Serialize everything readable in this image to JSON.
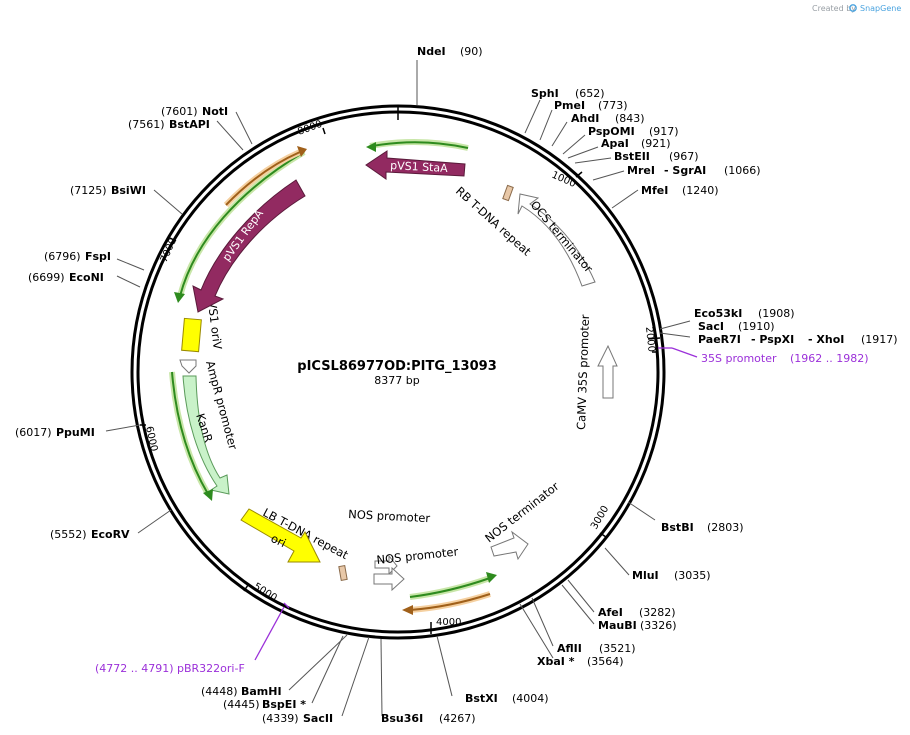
{
  "credit": {
    "prefix": "Created by",
    "brand": "SnapGene"
  },
  "plasmid": {
    "name": "pICSL86977OD:PITG_13093",
    "length_label": "8377 bp"
  },
  "ticks": [
    "1000",
    "2000",
    "3000",
    "4000",
    "5000",
    "6000",
    "7000",
    "8000"
  ],
  "sites": [
    {
      "name": "NdeI",
      "pos": "(90)"
    },
    {
      "name": "SphI",
      "pos": "(652)"
    },
    {
      "name": "PmeI",
      "pos": "(773)"
    },
    {
      "name": "AhdI",
      "pos": "(843)"
    },
    {
      "name": "PspOMI",
      "pos": "(917)"
    },
    {
      "name": "ApaI",
      "pos": "(921)"
    },
    {
      "name": "BstEII",
      "pos": "(967)"
    },
    {
      "name": "MreI",
      "name2": "- SgrAI",
      "pos": "(1066)"
    },
    {
      "name": "MfeI",
      "pos": "(1240)"
    },
    {
      "name": "Eco53kI",
      "pos": "(1908)"
    },
    {
      "name": "SacI",
      "pos": "(1910)"
    },
    {
      "name": "PaeR7I",
      "name2": "- PspXI",
      "name3": "- XhoI",
      "pos": "(1917)"
    },
    {
      "name": "BstBI",
      "pos": "(2803)"
    },
    {
      "name": "MluI",
      "pos": "(3035)"
    },
    {
      "name": "AfeI",
      "pos": "(3282)"
    },
    {
      "name": "MauBI",
      "pos": "(3326)"
    },
    {
      "name": "AflII",
      "pos": "(3521)"
    },
    {
      "name": "XbaI *",
      "pos": "(3564)"
    },
    {
      "name": "BstXI",
      "pos": "(4004)"
    },
    {
      "name": "Bsu36I",
      "pos": "(4267)"
    },
    {
      "name": "SacII",
      "pos": "(4339)"
    },
    {
      "name": "BspEI *",
      "pos": "(4445)"
    },
    {
      "name": "BamHI",
      "pos": "(4448)"
    },
    {
      "name": "EcoRV",
      "pos": "(5552)"
    },
    {
      "name": "PpuMI",
      "pos": "(6017)"
    },
    {
      "name": "EcoNI",
      "pos": "(6699)"
    },
    {
      "name": "FspI",
      "pos": "(6796)"
    },
    {
      "name": "BsiWI",
      "pos": "(7125)"
    },
    {
      "name": "BstAPI",
      "pos": "(7561)"
    },
    {
      "name": "NotI",
      "pos": "(7601)"
    }
  ],
  "primers": [
    {
      "name": "35S promoter",
      "range": "(1962 .. 1982)"
    },
    {
      "name": "pBR322ori-F",
      "range": "(4772 .. 4791)"
    }
  ],
  "features": {
    "pvs1_staa": "pVS1 StaA",
    "rb_repeat": "RB T-DNA repeat",
    "ocs_terminator": "OCS terminator",
    "camv35s": "CaMV 35S promoter",
    "nos_promoter_1": "NOS promoter",
    "nos_promoter_2": "NOS promoter",
    "nos_terminator": "NOS terminator",
    "lb_repeat": "LB T-DNA repeat",
    "ori": "ori",
    "kanr": "KanR",
    "ampr_promoter": "AmpR promoter",
    "pvs1_oriv": "pVS1 oriV",
    "pvs1_repa": "pVS1 RepA"
  },
  "colors": {
    "backbone": "#000000",
    "pvs1": "#922a61",
    "ori": "#ffff00",
    "kanr": "#c9f2c9",
    "primer": "#9b30d9",
    "orf_green": "#2e8b1e",
    "orf_orange": "#a0601a"
  }
}
